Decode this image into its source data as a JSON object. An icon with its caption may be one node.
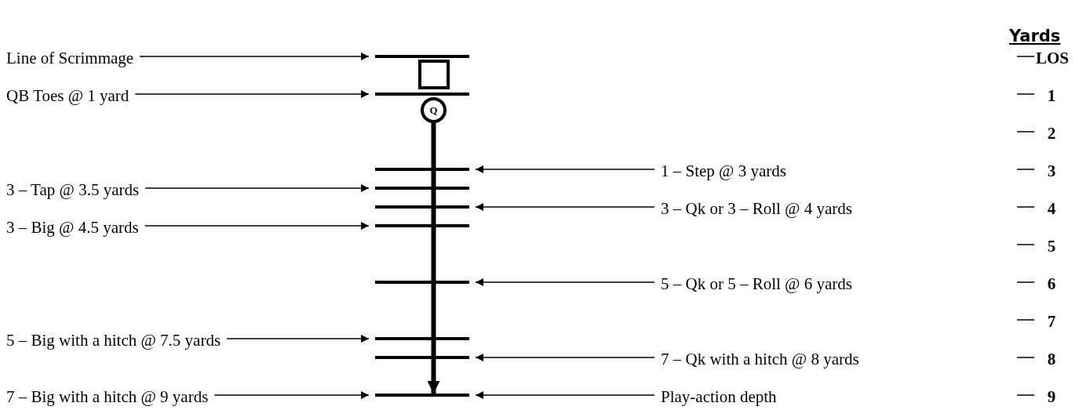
{
  "diagram": {
    "nodes": [
      {
        "text": [
          "Line of Scrimmage"
        ]
      },
      {
        "text": [],
        "shape": "bar"
      },
      {
        "text": [],
        "shape": "box"
      },
      {
        "text": [
          "QB Toes @ 1 yard"
        ]
      },
      {
        "text": [],
        "shape": "bar"
      },
      {
        "text": [
          "Q"
        ]
      },
      {
        "text": [],
        "shape": "bar"
      },
      {
        "text": [
          "1 – Step @ 3 yards"
        ]
      },
      {
        "text": [
          "3 – Tap @ 3.5 yards"
        ]
      },
      {
        "text": [],
        "shape": "bar"
      },
      {
        "text": [],
        "shape": "bar"
      },
      {
        "text": [
          "3 – Qk or 3 – Roll @ 4 yards"
        ]
      },
      {
        "text": [
          "3 – Big @ 4.5 yards"
        ]
      },
      {
        "text": [],
        "shape": "bar"
      },
      {
        "text": [],
        "shape": "bar"
      },
      {
        "text": [
          "5 – Qk or 5 – Roll @ 6 yards"
        ]
      },
      {
        "text": [
          "5 – Big with a hitch @ 7.5 yards"
        ]
      },
      {
        "text": [],
        "shape": "bar"
      },
      {
        "text": [],
        "shape": "bar"
      },
      {
        "text": [
          "7 – Qk with a hitch @ 8 yards"
        ]
      },
      {
        "text": [
          "7 – Big with a hitch @ 9 yards"
        ]
      },
      {
        "text": [],
        "shape": "bar"
      },
      {
        "text": [
          "Play-action depth"
        ]
      }
    ],
    "edges": [
      {
        "from": 0,
        "to": 1,
        "arrow": "to"
      },
      {
        "from": 3,
        "to": 4,
        "arrow": "to"
      },
      {
        "from": 7,
        "to": 6,
        "arrow": "to"
      },
      {
        "from": 8,
        "to": 9,
        "arrow": "to"
      },
      {
        "from": 11,
        "to": 10,
        "arrow": "to"
      },
      {
        "from": 12,
        "to": 13,
        "arrow": "to"
      },
      {
        "from": 15,
        "to": 14,
        "arrow": "to"
      },
      {
        "from": 16,
        "to": 17,
        "arrow": "to"
      },
      {
        "from": 19,
        "to": 18,
        "arrow": "to"
      },
      {
        "from": 20,
        "to": 21,
        "arrow": "to"
      },
      {
        "from": 22,
        "to": 21,
        "arrow": "to"
      },
      {
        "from": 5,
        "to": 21,
        "arrow": "to",
        "style": "thick"
      }
    ],
    "labels": [
      "Yards",
      "LOS",
      "1",
      "2",
      "3",
      "4",
      "5",
      "6",
      "7",
      "8",
      "9"
    ]
  }
}
